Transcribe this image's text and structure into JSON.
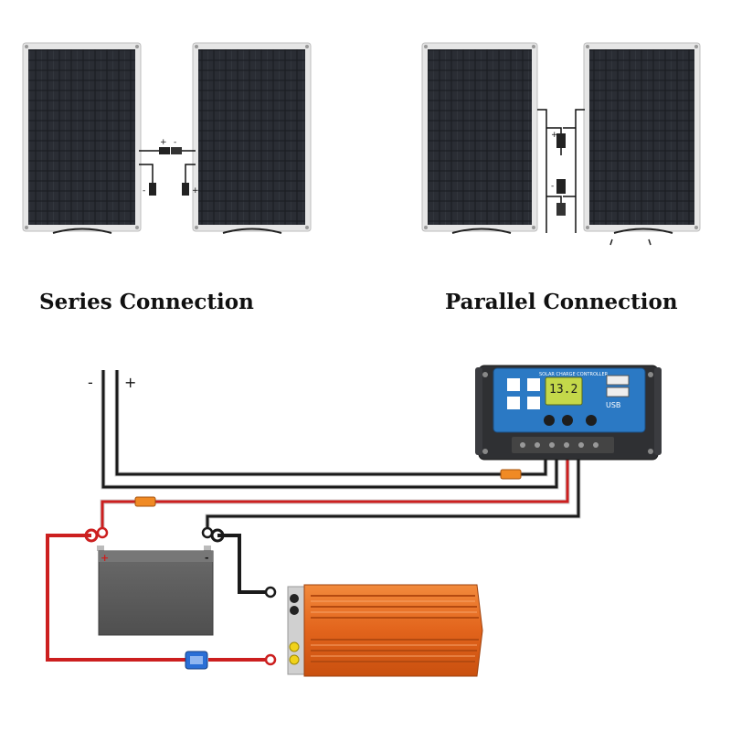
{
  "captions": {
    "series": "Series Connection",
    "parallel": "Parallel Connection"
  },
  "connectors": {
    "plus": "+",
    "minus": "-"
  },
  "controller": {
    "brand_label": "SOLAR CHARGE CONTROLLER",
    "display_value": "13.2",
    "usb_label": "USB"
  },
  "pv_terminals": {
    "minus": "-",
    "plus": "+"
  },
  "battery": {
    "plus": "+",
    "minus": "-"
  },
  "colors": {
    "panel_frame": "#e6e6e6",
    "panel_cell": "#1b1d22",
    "controller_body": "#2f3033",
    "controller_face": "#2b79c4",
    "battery_body": "#5f5f5f",
    "inverter_body": "#e5681e",
    "wire_red": "#cc1f1f",
    "wire_black": "#1a1a1a",
    "fuse_orange": "#f08a24",
    "fuse_blue": "#2a6fd6"
  },
  "icons": [
    "solar-panel-icon",
    "mc4-connector-icon",
    "charge-controller-icon",
    "battery-icon",
    "inverter-icon",
    "fuse-icon",
    "ring-terminal-icon"
  ]
}
